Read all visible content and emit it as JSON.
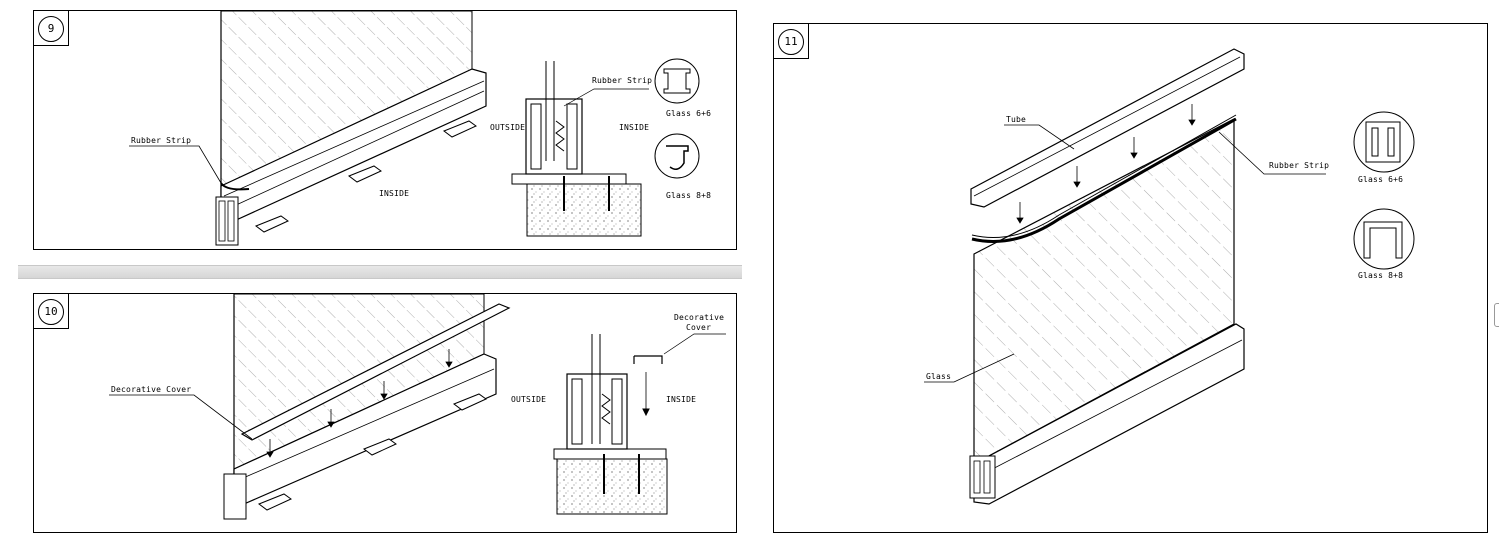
{
  "step9": {
    "number": "9",
    "labels": {
      "rubber_strip_left": "Rubber Strip",
      "inside_bottom": "INSIDE",
      "outside": "OUTSIDE",
      "inside_right": "INSIDE",
      "rubber_strip_detail": "Rubber Strip",
      "glass_66": "Glass 6+6",
      "glass_88": "Glass 8+8"
    }
  },
  "step10": {
    "number": "10",
    "labels": {
      "decorative_cover_left": "Decorative Cover",
      "outside": "OUTSIDE",
      "inside": "INSIDE",
      "decorative_cover_detail_line1": "Decorative",
      "decorative_cover_detail_line2": "Cover"
    }
  },
  "step11": {
    "number": "11",
    "labels": {
      "tube": "Tube",
      "rubber_strip": "Rubber Strip",
      "glass": "Glass",
      "glass_66": "Glass 6+6",
      "glass_88": "Glass 8+8"
    }
  }
}
